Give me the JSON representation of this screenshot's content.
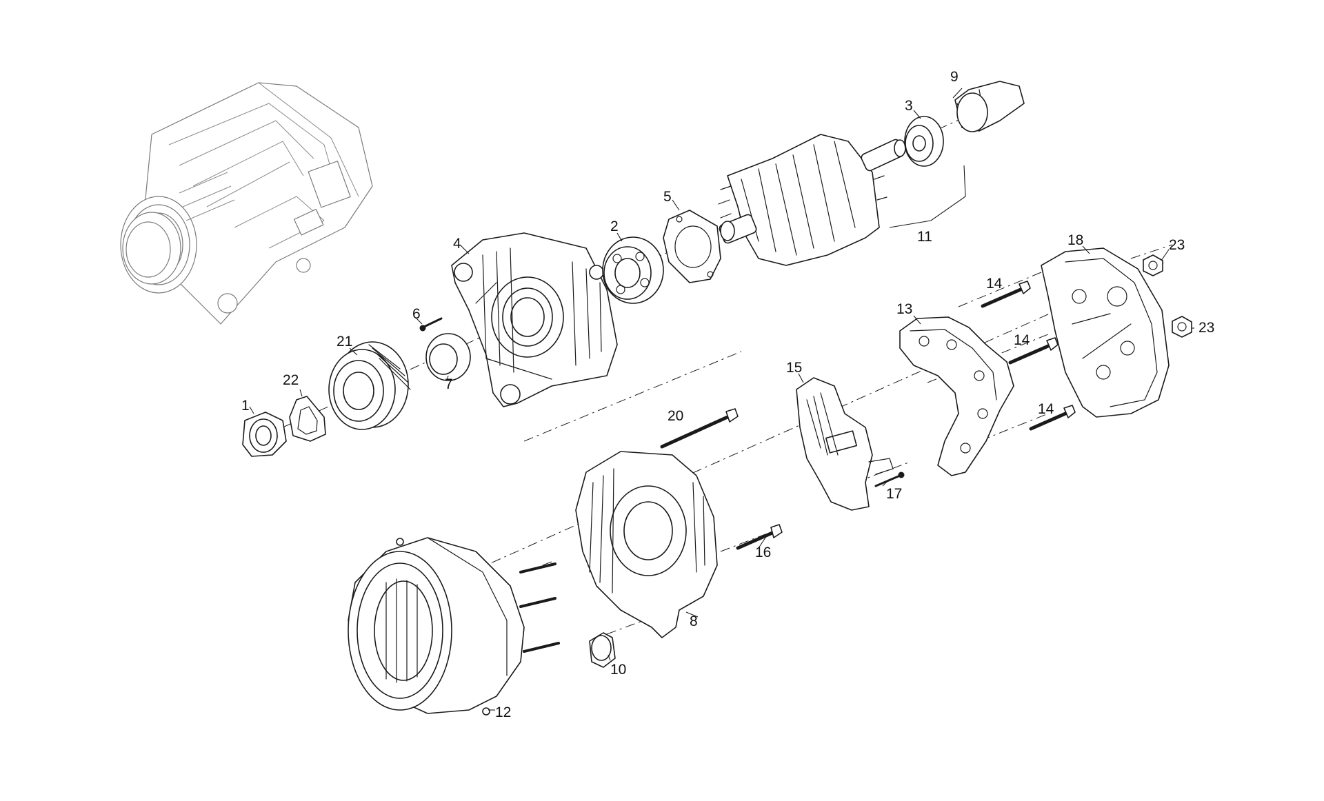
{
  "diagram": {
    "callouts": {
      "p1": "1",
      "p2": "2",
      "p3": "3",
      "p4": "4",
      "p5": "5",
      "p6": "6",
      "p7": "7",
      "p8": "8",
      "p9": "9",
      "p10": "10",
      "p11": "11",
      "p12": "12",
      "p13": "13",
      "p14a": "14",
      "p14b": "14",
      "p14c": "14",
      "p15": "15",
      "p16": "16",
      "p17": "17",
      "p18": "18",
      "p20": "20",
      "p21": "21",
      "p22": "22",
      "p23a": "23",
      "p23b": "23"
    }
  }
}
